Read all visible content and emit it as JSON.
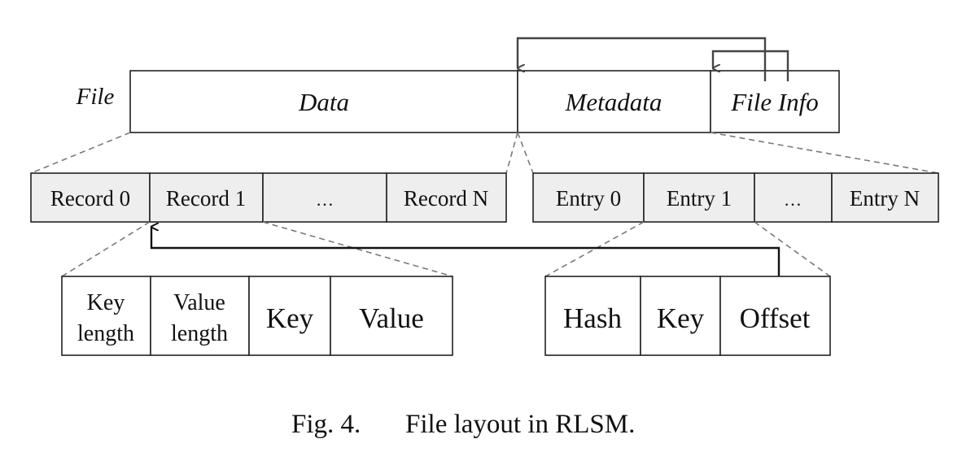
{
  "file": {
    "label": "File",
    "sections": [
      "Data",
      "Metadata",
      "File Info"
    ]
  },
  "records": [
    "Record 0",
    "Record 1",
    "…",
    "Record N"
  ],
  "entries": [
    "Entry 0",
    "Entry 1",
    "…",
    "Entry N"
  ],
  "record_fields": [
    [
      "Key",
      "length"
    ],
    [
      "Value",
      "length"
    ],
    [
      "Key"
    ],
    [
      "Value"
    ]
  ],
  "entry_fields": [
    "Hash",
    "Key",
    "Offset"
  ],
  "caption": {
    "number": "Fig. 4.",
    "text": "File layout in RLSM."
  },
  "colors": {
    "row_fill": "#eeeeee",
    "stroke": "#222222",
    "dashed": "#7a7a7a",
    "arrow": "#444444"
  }
}
